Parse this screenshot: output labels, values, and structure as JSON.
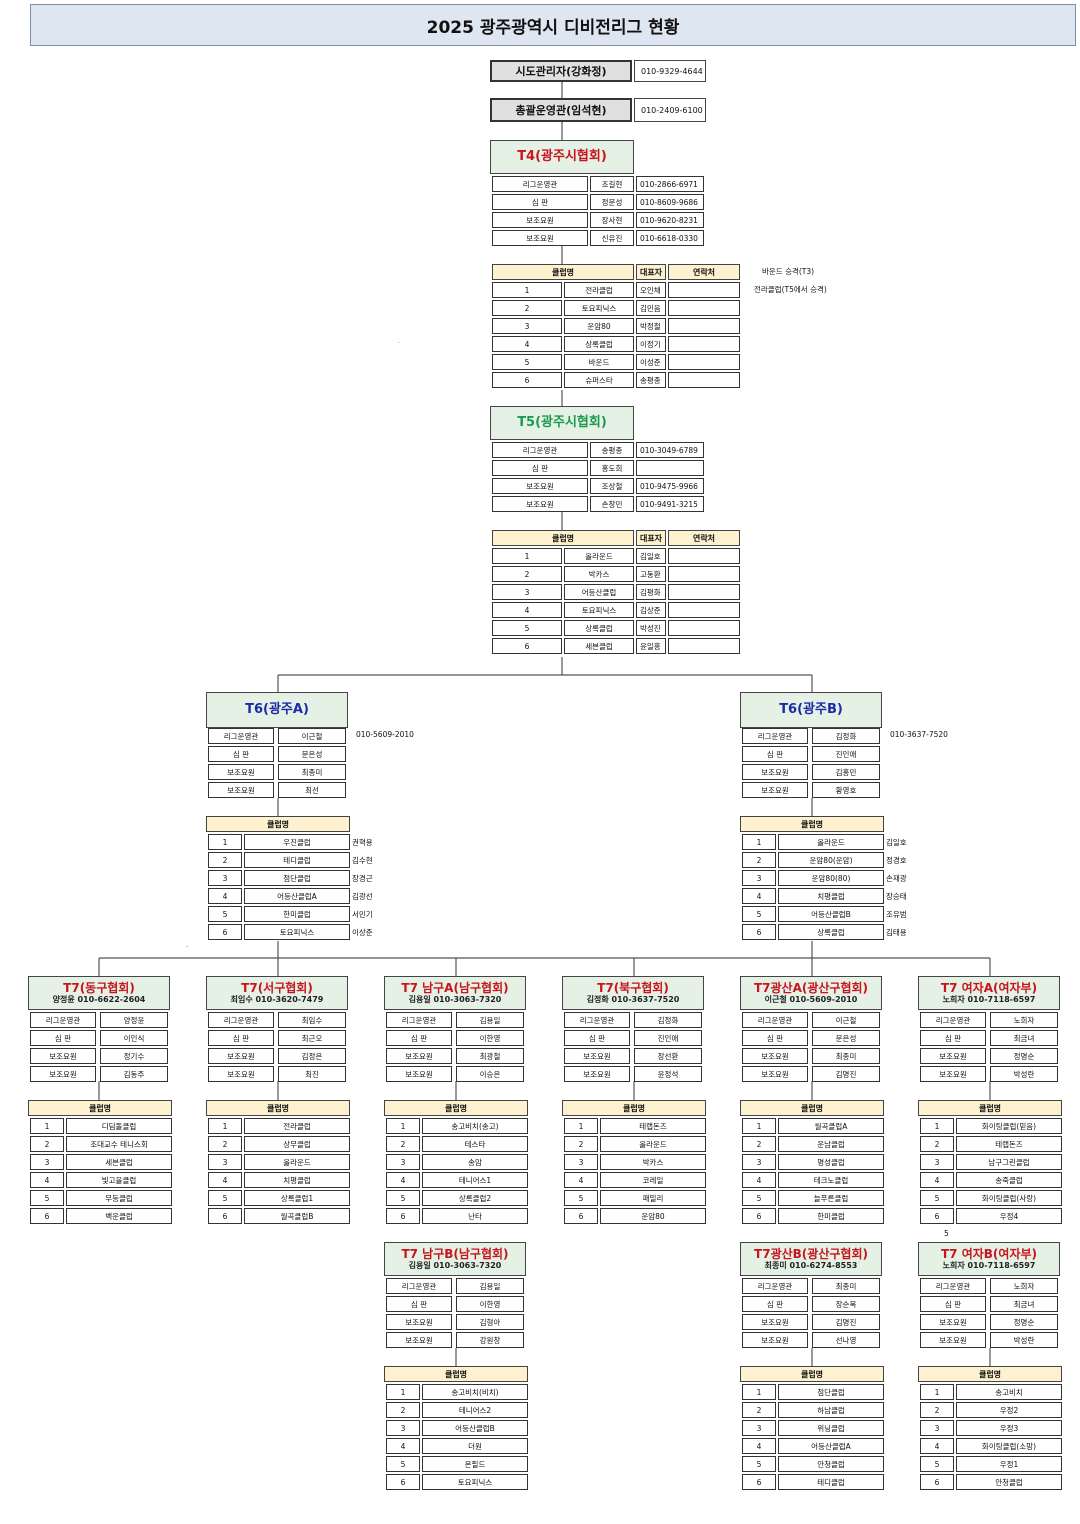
{
  "title": "2025 광주광역시 디비전리그 현황",
  "top": [
    {
      "label": "시도관리자(강화정)",
      "phone": "010-9329-4644"
    },
    {
      "label": "총괄운영관(임석현)",
      "phone": "010-2409-6100"
    }
  ],
  "T4": {
    "name": "T4(광주시협회)",
    "staff": [
      {
        "role": "리그운영관",
        "name": "조길현",
        "phone": "010-2866-6971"
      },
      {
        "role": "심 판",
        "name": "정문성",
        "phone": "010-8609-9686"
      },
      {
        "role": "보조요원",
        "name": "장사현",
        "phone": "010-9620-8231"
      },
      {
        "role": "보조요원",
        "name": "신유진",
        "phone": "010-6618-0330"
      }
    ],
    "club_head": "클럽명",
    "rep_head": "대표자",
    "contact_head": "연락처",
    "clubs": [
      {
        "no": "1",
        "name": "전라클럽",
        "rep": "오인채"
      },
      {
        "no": "2",
        "name": "토요피닉스",
        "rep": "김민음"
      },
      {
        "no": "3",
        "name": "운암80",
        "rep": "박정철"
      },
      {
        "no": "4",
        "name": "상록클럽",
        "rep": "이정기"
      },
      {
        "no": "5",
        "name": "바운드",
        "rep": "이성준"
      },
      {
        "no": "6",
        "name": "슈퍼스타",
        "rep": "송평종"
      }
    ],
    "notes": [
      "바운드 승격(T3)",
      "전라클럽(T5에서 승격)"
    ]
  },
  "T5": {
    "name": "T5(광주시협회)",
    "staff": [
      {
        "role": "리그운영관",
        "name": "송평종",
        "phone": "010-3049-6789"
      },
      {
        "role": "심 판",
        "name": "홍도희",
        "phone": ""
      },
      {
        "role": "보조요원",
        "name": "조상철",
        "phone": "010-9475-9966"
      },
      {
        "role": "보조요원",
        "name": "손창민",
        "phone": "010-9491-3215"
      }
    ],
    "club_head": "클럽명",
    "rep_head": "대표자",
    "contact_head": "연락처",
    "clubs": [
      {
        "no": "1",
        "name": "올라운드",
        "rep": "김일호"
      },
      {
        "no": "2",
        "name": "박카스",
        "rep": "고동환"
      },
      {
        "no": "3",
        "name": "어등산클럽",
        "rep": "김평화"
      },
      {
        "no": "4",
        "name": "토요피닉스",
        "rep": "김상준"
      },
      {
        "no": "5",
        "name": "상록클럽",
        "rep": "박성진"
      },
      {
        "no": "6",
        "name": "세븐클럽",
        "rep": "윤일흥"
      }
    ]
  },
  "T6A": {
    "name": "T6(광주A)",
    "phone": "010-5609-2010",
    "staff": [
      {
        "role": "리그운영관",
        "name": "이근철"
      },
      {
        "role": "심 판",
        "name": "문은성"
      },
      {
        "role": "보조요원",
        "name": "최종미"
      },
      {
        "role": "보조요원",
        "name": "최선"
      }
    ],
    "club_head": "클럽명",
    "clubs": [
      {
        "no": "1",
        "name": "우진클럽",
        "rep": "권혁용"
      },
      {
        "no": "2",
        "name": "테디클럽",
        "rep": "김수현"
      },
      {
        "no": "3",
        "name": "첨단클럽",
        "rep": "장경근"
      },
      {
        "no": "4",
        "name": "어등산클럽A",
        "rep": "김광선"
      },
      {
        "no": "5",
        "name": "한미클럽",
        "rep": "서민기"
      },
      {
        "no": "6",
        "name": "토요피닉스",
        "rep": "이상준"
      }
    ]
  },
  "T6B": {
    "name": "T6(광주B)",
    "phone": "010-3637-7520",
    "staff": [
      {
        "role": "리그운영관",
        "name": "김정화"
      },
      {
        "role": "심 판",
        "name": "진인애"
      },
      {
        "role": "보조요원",
        "name": "김홍민"
      },
      {
        "role": "보조요원",
        "name": "황영호"
      }
    ],
    "club_head": "클럽명",
    "clubs": [
      {
        "no": "1",
        "name": "올라운드",
        "rep": "김일호"
      },
      {
        "no": "2",
        "name": "운암80(운암)",
        "rep": "정경호"
      },
      {
        "no": "3",
        "name": "운암80(80)",
        "rep": "손재광"
      },
      {
        "no": "4",
        "name": "치평클럽",
        "rep": "장승태"
      },
      {
        "no": "5",
        "name": "어등산클럽B",
        "rep": "조유범"
      },
      {
        "no": "6",
        "name": "상록클럽",
        "rep": "김태용"
      }
    ]
  },
  "T7": [
    {
      "name": "T7(동구협회)",
      "sub": "양정윤 010-6622-2604",
      "staff": [
        {
          "role": "리그운영관",
          "name": "양정윤"
        },
        {
          "role": "심 판",
          "name": "이인식"
        },
        {
          "role": "보조요원",
          "name": "정기수"
        },
        {
          "role": "보조요원",
          "name": "김동주"
        }
      ],
      "club_head": "클럽명",
      "clubs": [
        {
          "no": "1",
          "name": "디딤돌클럽"
        },
        {
          "no": "2",
          "name": "조대교수 테니스회"
        },
        {
          "no": "3",
          "name": "세븐클럽"
        },
        {
          "no": "4",
          "name": "빛고을클럽"
        },
        {
          "no": "5",
          "name": "무등클럽"
        },
        {
          "no": "6",
          "name": "백운클럽"
        }
      ]
    },
    {
      "name": "T7(서구협회)",
      "sub": "최임수 010-3620-7479",
      "staff": [
        {
          "role": "리그운영관",
          "name": "최임수"
        },
        {
          "role": "심 판",
          "name": "최근오"
        },
        {
          "role": "보조요원",
          "name": "김정은"
        },
        {
          "role": "보조요원",
          "name": "최진"
        }
      ],
      "club_head": "클럽명",
      "clubs": [
        {
          "no": "1",
          "name": "전라클럽"
        },
        {
          "no": "2",
          "name": "상무클럽"
        },
        {
          "no": "3",
          "name": "올라운드"
        },
        {
          "no": "4",
          "name": "치평클럽"
        },
        {
          "no": "5",
          "name": "상록클럽1"
        },
        {
          "no": "6",
          "name": "월곡클럽B"
        }
      ]
    },
    {
      "name": "T7 남구A(남구협회)",
      "sub": "김용일 010-3063-7320",
      "staff": [
        {
          "role": "리그운영관",
          "name": "김용일"
        },
        {
          "role": "심 판",
          "name": "이한영"
        },
        {
          "role": "보조요원",
          "name": "최광철"
        },
        {
          "role": "보조요원",
          "name": "이승은"
        }
      ],
      "club_head": "클럽명",
      "clubs": [
        {
          "no": "1",
          "name": "송고비치(송고)"
        },
        {
          "no": "2",
          "name": "테스타"
        },
        {
          "no": "3",
          "name": "송암"
        },
        {
          "no": "4",
          "name": "테니어스1"
        },
        {
          "no": "5",
          "name": "상록클럽2"
        },
        {
          "no": "6",
          "name": "난타"
        }
      ]
    },
    {
      "name": "T7(북구협회)",
      "sub": "김정화 010-3637-7520",
      "staff": [
        {
          "role": "리그운영관",
          "name": "김정화"
        },
        {
          "role": "심 판",
          "name": "진인애"
        },
        {
          "role": "보조요원",
          "name": "장선환"
        },
        {
          "role": "보조요원",
          "name": "윤정석"
        }
      ],
      "club_head": "클럽명",
      "clubs": [
        {
          "no": "1",
          "name": "테랩돈즈"
        },
        {
          "no": "2",
          "name": "올라운드"
        },
        {
          "no": "3",
          "name": "박카스"
        },
        {
          "no": "4",
          "name": "코레일"
        },
        {
          "no": "5",
          "name": "패밀리"
        },
        {
          "no": "6",
          "name": "운암80"
        }
      ]
    },
    {
      "name": "T7광산A(광산구협회)",
      "sub": "이근철 010-5609-2010",
      "staff": [
        {
          "role": "리그운영관",
          "name": "이근철"
        },
        {
          "role": "심 판",
          "name": "문은성"
        },
        {
          "role": "보조요원",
          "name": "최종미"
        },
        {
          "role": "보조요원",
          "name": "김명진"
        }
      ],
      "club_head": "클럽명",
      "clubs": [
        {
          "no": "1",
          "name": "월곡클럽A"
        },
        {
          "no": "2",
          "name": "운남클럽"
        },
        {
          "no": "3",
          "name": "명성클럽"
        },
        {
          "no": "4",
          "name": "테크노클럽"
        },
        {
          "no": "5",
          "name": "늘푸른클럽"
        },
        {
          "no": "6",
          "name": "한미클럽"
        }
      ]
    },
    {
      "name": "T7 여자A(여자부)",
      "sub": "노희자 010-7118-6597",
      "staff": [
        {
          "role": "리그운영관",
          "name": "노희자"
        },
        {
          "role": "심 판",
          "name": "최금녀"
        },
        {
          "role": "보조요원",
          "name": "정명순"
        },
        {
          "role": "보조요원",
          "name": "박성란"
        }
      ],
      "club_head": "클럽명",
      "clubs": [
        {
          "no": "1",
          "name": "화이팅클럽(믿음)"
        },
        {
          "no": "2",
          "name": "테랩돈즈"
        },
        {
          "no": "3",
          "name": "남구그린클럽"
        },
        {
          "no": "4",
          "name": "송죽클럽"
        },
        {
          "no": "5",
          "name": "화이팅클럽(사랑)"
        },
        {
          "no": "6",
          "name": "우정4"
        }
      ]
    }
  ],
  "T7B": [
    {
      "name": "T7 남구B(남구협회)",
      "sub": "김용일 010-3063-7320",
      "staff": [
        {
          "role": "리그운영관",
          "name": "김용일"
        },
        {
          "role": "심 판",
          "name": "이한영"
        },
        {
          "role": "보조요원",
          "name": "김형아"
        },
        {
          "role": "보조요원",
          "name": "강원창"
        }
      ],
      "club_head": "클럽명",
      "clubs": [
        {
          "no": "1",
          "name": "송고비치(비치)"
        },
        {
          "no": "2",
          "name": "테니어스2"
        },
        {
          "no": "3",
          "name": "어등산클럽B"
        },
        {
          "no": "4",
          "name": "더원"
        },
        {
          "no": "5",
          "name": "온필드"
        },
        {
          "no": "6",
          "name": "토요피닉스"
        }
      ]
    },
    {
      "name": "T7광산B(광산구협회)",
      "sub": "최종미 010-6274-8553",
      "staff": [
        {
          "role": "리그운영관",
          "name": "최종미"
        },
        {
          "role": "심 판",
          "name": "장순복"
        },
        {
          "role": "보조요원",
          "name": "김명진"
        },
        {
          "role": "보조요원",
          "name": "선나영"
        }
      ],
      "club_head": "클럽명",
      "clubs": [
        {
          "no": "1",
          "name": "첨단클럽"
        },
        {
          "no": "2",
          "name": "하남클럽"
        },
        {
          "no": "3",
          "name": "위닝클럽"
        },
        {
          "no": "4",
          "name": "어등산클럽A"
        },
        {
          "no": "5",
          "name": "안청클럽"
        },
        {
          "no": "6",
          "name": "테디클럽"
        }
      ]
    },
    {
      "name": "T7 여자B(여자부)",
      "sub": "노희자 010-7118-6597",
      "staff": [
        {
          "role": "리그운영관",
          "name": "노희자"
        },
        {
          "role": "심 판",
          "name": "최금녀"
        },
        {
          "role": "보조요원",
          "name": "정명순"
        },
        {
          "role": "보조요원",
          "name": "박성란"
        }
      ],
      "club_head": "클럽명",
      "clubs": [
        {
          "no": "1",
          "name": "송고비치"
        },
        {
          "no": "2",
          "name": "우정2"
        },
        {
          "no": "3",
          "name": "우정3"
        },
        {
          "no": "4",
          "name": "화이팅클럽(소망)"
        },
        {
          "no": "5",
          "name": "우정1"
        },
        {
          "no": "6",
          "name": "안청클럽"
        }
      ]
    }
  ],
  "stray_mark": "5"
}
